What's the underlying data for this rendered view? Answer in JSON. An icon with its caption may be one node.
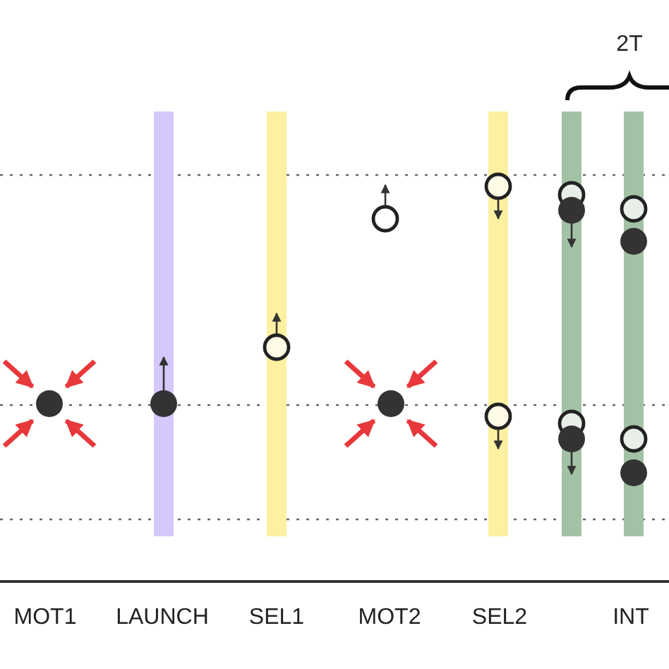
{
  "diagram": {
    "labels": [
      "2T",
      "MOT1",
      "LAUNCH",
      "SEL1",
      "MOT2",
      "SEL2",
      "INT"
    ]
  }
}
